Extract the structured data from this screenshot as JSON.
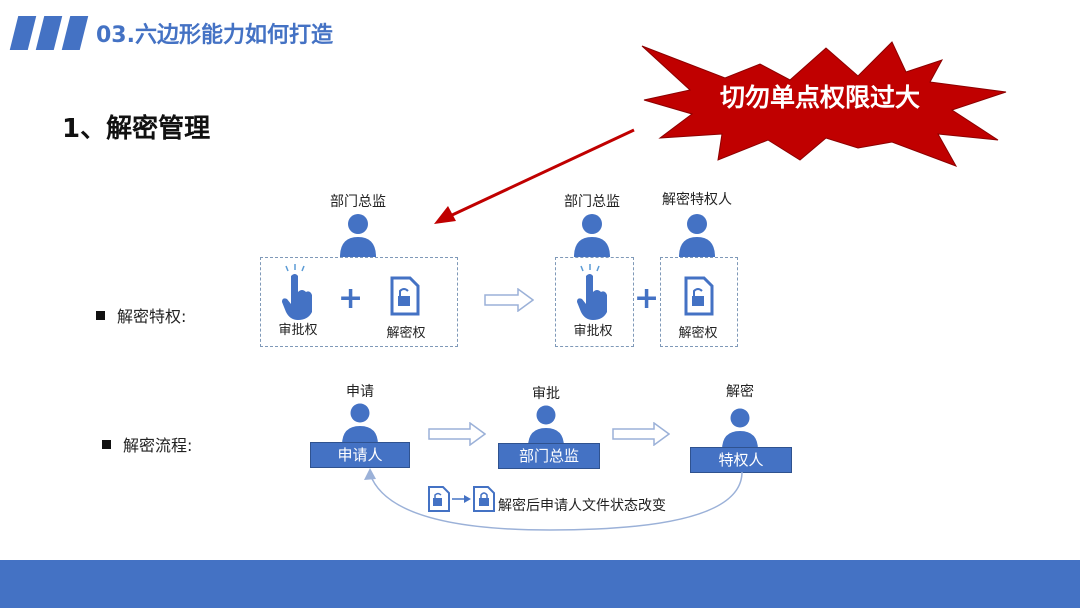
{
  "header": {
    "title": "03.六边形能力如何打造"
  },
  "section": {
    "title": "1、解密管理"
  },
  "callout": {
    "text": "切勿单点权限过大"
  },
  "privilege_row": {
    "label": "解密特权:",
    "before": {
      "role": "部门总监",
      "approval": "审批权",
      "decrypt": "解密权"
    },
    "after": {
      "left_role": "部门总监",
      "right_role": "解密特权人",
      "approval": "审批权",
      "decrypt": "解密权"
    }
  },
  "process_row": {
    "label": "解密流程:",
    "steps": [
      {
        "action": "申请",
        "actor": "申请人"
      },
      {
        "action": "审批",
        "actor": "部门总监"
      },
      {
        "action": "解密",
        "actor": "特权人"
      }
    ],
    "note": "解密后申请人文件状态改变"
  },
  "colors": {
    "accent": "#4472c4",
    "alert": "#c00000"
  }
}
